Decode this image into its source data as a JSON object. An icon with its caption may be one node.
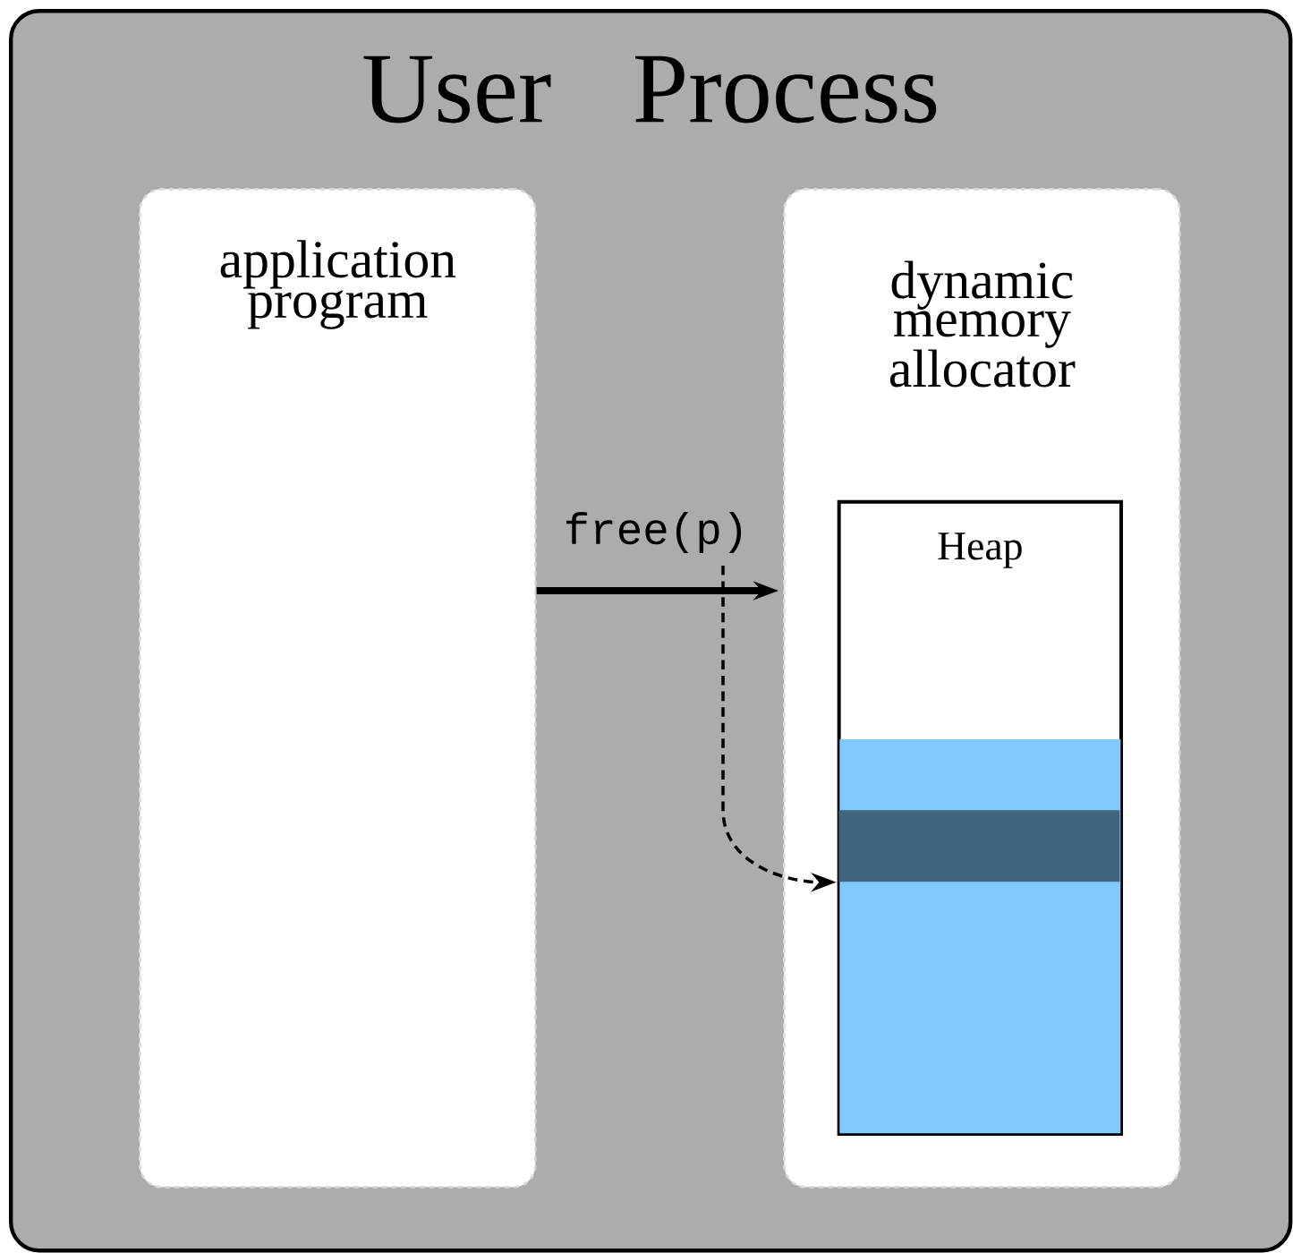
{
  "diagram": {
    "nodes": [
      {
        "text": [
          "User Process"
        ]
      },
      {
        "text": [
          "application program"
        ],
        "in": 0
      },
      {
        "text": [
          "dynamic memory allocator"
        ],
        "in": 0
      },
      {
        "text": [
          "Heap"
        ],
        "in": 2
      },
      {
        "text": [],
        "shape": "bar",
        "in": 3
      }
    ],
    "edges": [
      {
        "from": 1,
        "to": 2,
        "arrow": "to",
        "label": "free(p)",
        "style": "thick"
      },
      {
        "from": null,
        "to": 4,
        "arrow": "to",
        "style": "dashed"
      }
    ]
  }
}
